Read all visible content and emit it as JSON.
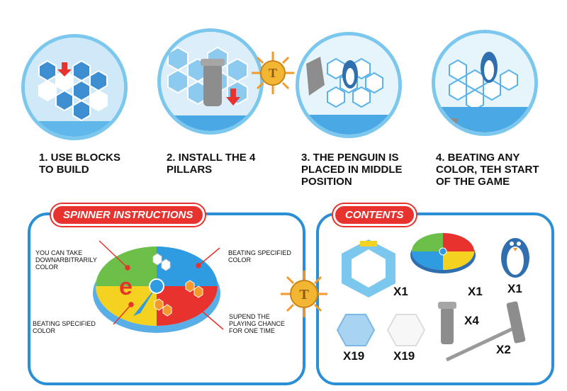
{
  "steps": [
    {
      "label": "1. USE BLOCKS\nTO BUILD"
    },
    {
      "label": "2. INSTALL THE 4\nPILLARS"
    },
    {
      "label": "3. THE PENGUIN IS\nPLACED IN MIDDLE\nPOSITION"
    },
    {
      "label": "4. BEATING ANY\nCOLOR, TEH START\nOF THE GAME"
    }
  ],
  "spinner": {
    "title": "SPINNER INSTRUCTIONS",
    "notes": {
      "green": "YOU CAN TAKE\nDOWNARBITRARILY\nCOLOR",
      "red": "BEATING SPECIFIED\nCOLOR",
      "blue": "BEATING SPECIFIED\nCOLOR",
      "yellow": "SUPEND THE\nPLAYING CHANCE\nFOR ONE TIME"
    },
    "colors": {
      "green": "#6cc04a",
      "red": "#e8322d",
      "yellow": "#f5d21f",
      "blue": "#2f9be0"
    }
  },
  "contents": {
    "title": "CONTENTS",
    "items": {
      "frame": "X1",
      "spinner": "X1",
      "penguin": "X1",
      "pillars": "X4",
      "blue_blocks": "X19",
      "white_blocks": "X19",
      "hammers": "X2"
    }
  },
  "coin": {
    "letter": "T"
  }
}
